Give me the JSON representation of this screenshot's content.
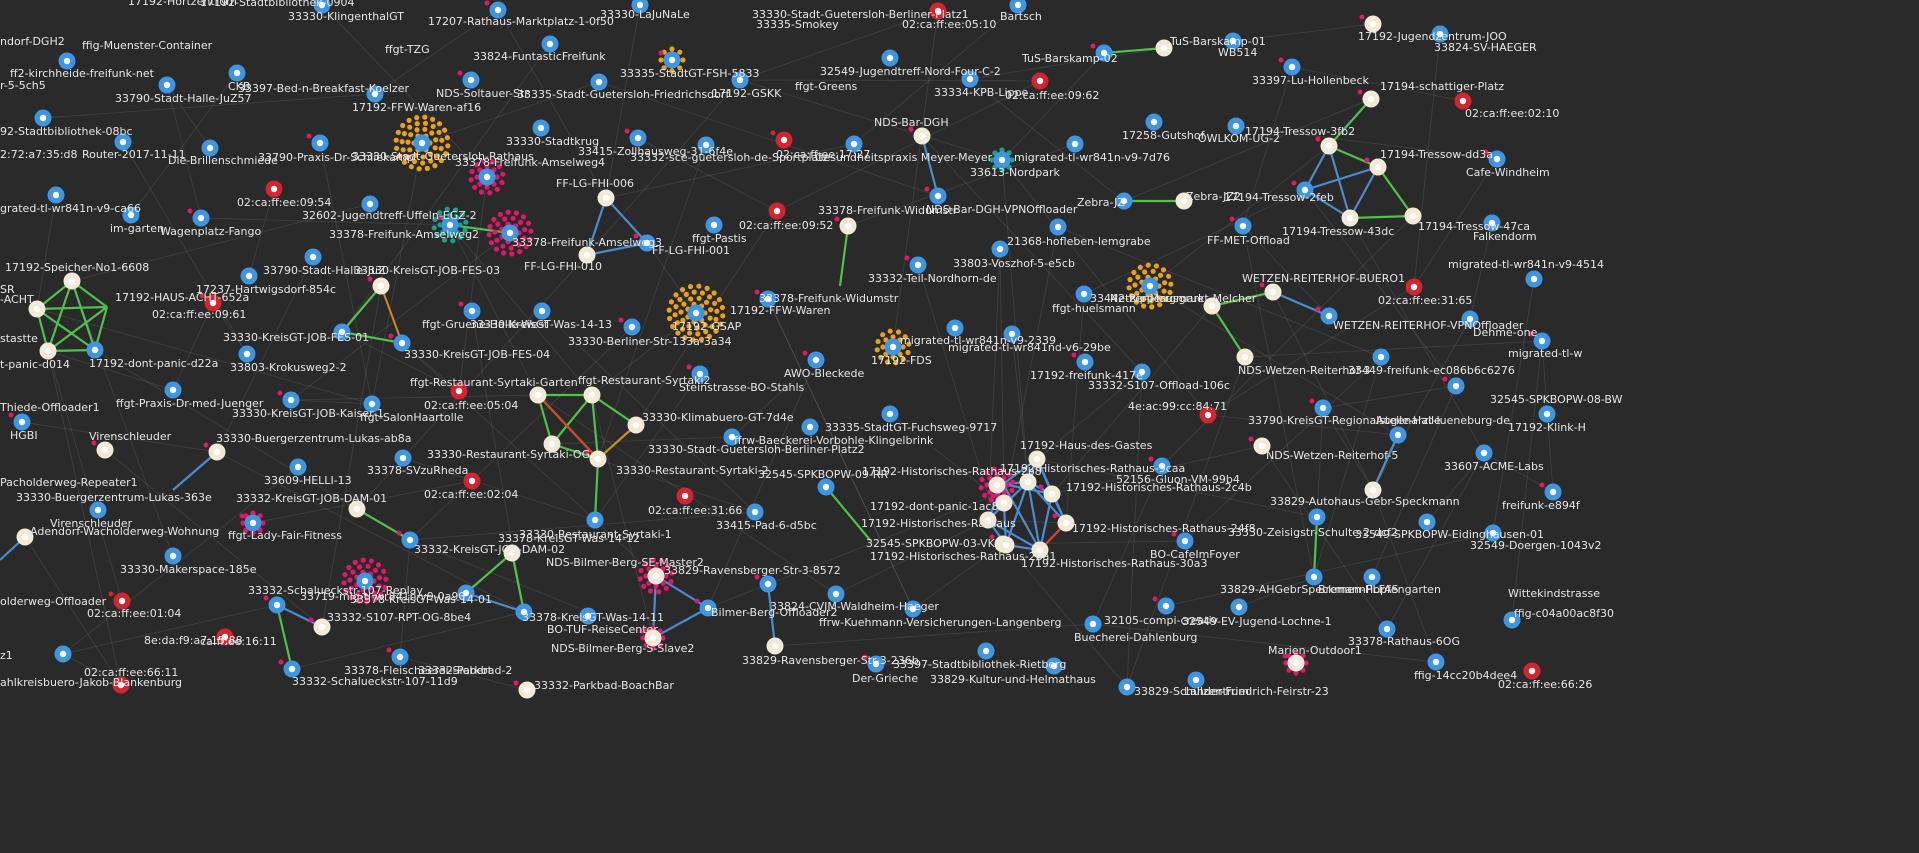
{
  "colors": {
    "background": "#2a2a2a",
    "node_online": "#3e96e2",
    "node_uplink": "#f2ead6",
    "node_offline": "#d42430",
    "client_dot": "#e8a020",
    "client_dot_pink": "#e0186c",
    "client_dot_teal": "#18a090",
    "link_mesh": "#4ec24a",
    "link_vpn": "#4a8cd0"
  },
  "labels": [
    "17192-Hortzentrum",
    "17192-Stadtbibliothek-0904",
    "33330-KlingenthalGT",
    "17207-Rathaus-Marktplatz-1-0f50",
    "33330-LaJuNaLe",
    "33330-Stadt-Guetersloh-Berliner-Platz1",
    "33335-Smokey",
    "02:ca:ff:ee:05:10",
    "Bartsch",
    "17192-Jugendzentrum-JOO",
    "33824-SV-HAEGER",
    "ndorf-DGH2",
    "ffig-Muenster-Container",
    "ffgt-TZG",
    "33824-FuntasticFreifunk",
    "33335-StadtGT-FSH-5833",
    "32549-Jugendtreff-Nord-Four-C-2",
    "TuS-Barskamp-01",
    "TuS-Barskamp-02",
    "WB514",
    "ff2-kirchheide-freifunk-net",
    "r-5-5ch5",
    "CKB",
    "33397-Bed-n-Breakfast-Koelzer",
    "NDS-Soltauer-Str",
    "33335-Stadt-Guetersloh-Friedrichsdorf",
    "17192-GSKK",
    "ffgt-Greens",
    "33334-KPB-Lippe",
    "02:ca:ff:ee:09:62",
    "33397-Lu-Hollenbeck",
    "33790-Stadt-Halle-JuZ57",
    "17192-FFW-Waren-af16",
    "17194-schattiger-Platz",
    "02:ca:ff:ee:02:10",
    "92-Stadtbibliothek-08bc",
    "NDS-Bar-DGH",
    "17258-Gutshof",
    "OWLKOM-UG-2",
    "17194-Tressow-3fb2",
    "Router-2017-11-11",
    "Die-Brillenschmiede",
    "33790-Praxis-Dr-Schliekamp",
    "33330-Stadt-Guetersloh-Rathaus",
    "33330-Stadtkrug",
    "33415-Zollhausweg-31-6f4e",
    "33332-sce-guetersloh-de-Sportplatz",
    "33378-Freifunk-Amselweg4",
    "02:ca:ff:ee:17:27",
    "Gesundheitspraxis Meyer-Meyer",
    "migrated-tl-wr841n-v9-7d76",
    "17194-Tressow-dd3a",
    "2:72:a7:35:d8",
    "33613-Nordpark",
    "Cafe-Windheim",
    "FF-LG-FHI-006",
    "02:ca:ff:ee:09:54",
    "NDS-Bar-DGH-VPNOffloader",
    "Zebra-JZ",
    "Zebra-JZ2",
    "17194-Tressow-2feb",
    "grated-tl-wr841n-v9-ca66",
    "im-garten",
    "Wagenplatz-Fango",
    "32602-Jugendtreff-Uffeln-EGZ-2",
    "02:ca:ff:ee:09:52",
    "33378-Freifunk-Widumstr",
    "17194-Tressow-43dc",
    "17194-Tressow-47ca",
    "33378-Freifunk-Amselweg2",
    "33378-Freifunk-Amselweg3",
    "ffgt-Pastis",
    "FF-MET-Offload",
    "Falkendorm",
    "21368-hofleben-lemgrabe",
    "FF-LG-FHI-001",
    "17192-Speicher-No1-6608",
    "33790-Stadt-Halle-JuZ",
    "33330-KreisGT-JOB-FES-03",
    "FF-LG-FHI-010",
    "33803-Voszhof-5-e5cb",
    "33332-Teil-Nordhorn-de",
    "migrated-tl-wr841n-v9-4514",
    "SR",
    "-ACHT",
    "17237-Hartwigsdorf-854c",
    "17192-HAUS-ACHT-652a",
    "33378-Freifunk-Widumstr",
    "33442-Ripperrgmarkt-Melcher",
    "Netzer-Mausgrue",
    "WETZEN-REITERHOF-BUERO1",
    "02:ca:ff:ee:31:65",
    "ffgt-huelsmann",
    "02:ca:ff:ee:09:61",
    "17192-FFW-Waren",
    "stastte",
    "ffgt-Gruene-Halle-West",
    "33330-KreisGT-Was-14-13",
    "17192-GSAP",
    "WETZEN-REITERHOF-VPNOffloader",
    "Dehme-one",
    "33330-KreisGT-JOB-FES-01",
    "33330-Berliner-Str-133a-3a34",
    "migrated-tl-wr841n-v9-2339",
    "migrated-tl-wr841nd-v6-29be",
    "migrated-tl-w",
    "t-panic-d014",
    "17192-dont-panic-d22a",
    "33330-KreisGT-JOB-FES-04",
    "33803-Krokusweg2-2",
    "17192-FDS",
    "AWO-Bleckede",
    "NDS-Wetzen-Reiterhof-3",
    "33449-freifunk-ec086b6c6276",
    "17192-freifunk-417e",
    "ffgt-Restaurant-Syrtaki-Garten",
    "ffgt-Restaurant-Syrtaki2",
    "Steinstrasse-BO-Stahls",
    "33332-S107-Offload-106c",
    "ffgt-Praxis-Dr-med-Juenger",
    "32545-SPKBOPW-08-BW",
    "Thiede-Offloader1",
    "02:ca:ff:ee:05:04",
    "33330-KreisGT-JOB-Kaiser-1",
    "ffgt-SalonHaartolle",
    "4e:ac:99:cc:84:71",
    "HGBI",
    "33330-Klimabuero-GT-7d4e",
    "33335-StadtGT-Fuchsweg-9717",
    "33790-KreisGT-Regionalstelle-Halle",
    "Augenarzt-lueneburg-de",
    "17192-Klink-H",
    "Virenschleuder",
    "ffrw-Baeckerei-Vorbohle-Klingelbrink",
    "17192-Haus-des-Gastes",
    "33330-Buergerzentrum-Lukas-ab8a",
    "33330-Restaurant-Syrtaki-OG",
    "33330-Stadt-Guetersloh-Berliner-Platz2",
    "NDS-Wetzen-Reiterhof-5",
    "33607-ACME-Labs",
    "33378-SVzuRheda",
    "33330-Restaurant-Syrtaki-2",
    "17192-Historisches-Rathaus-2b8",
    "17192-Historisches-Rathaus-9caa",
    "52156-Gluon-VM-99b4",
    "33609-HELLI-13",
    "32545-SPKBOPW-09-RR",
    "17192-Historisches-Rathaus-2c4b",
    "Pacholderweg-Repeater1",
    "02:ca:ff:ee:02:04",
    "33330-Buergerzentrum-Lukas-363e",
    "33332-KreisGT-JOB-DAM-01",
    "02:ca:ff:ee:31:66",
    "17192-dont-panic-1ac8",
    "33829-Autohaus-Gebr-Speckmann",
    "33415-Pad-6-d5bc",
    "freifunk-e894f",
    "Virenschleuder",
    "17192-Historisches-Rathaus",
    "17192-Historisches-Rathaus-24f8",
    "33330-Zeisigstr-Schulte-2-dcf2",
    "Adendorf-Wacholderweg-Wohnung",
    "ffgt-Lady-Fair-Fitness",
    "33330-Restaurant-Syrtaki-1",
    "33378-KreisGT-Was-14-12",
    "32545-SPKBOPW-03-VK",
    "33549-SPKBOPW-Eidinghausen-01",
    "33330-Makerspace-185e",
    "33332-KreisGT-JOB-DAM-02",
    "17192-Historisches-Rathaus-2ba1",
    "17192-Historisches-Rathaus-30a3",
    "BO-CafeImFoyer",
    "32549-Doergen-1043v2",
    "NDS-Bilmer-Berg-SE-Master2",
    "33829-Ravensberger-Str-3-8572",
    "Wittekindstrasse",
    "olderweg-Offloader",
    "33332-Schalueckstr-107-Replay",
    "33719-mig-tl-wr841n-v9-0a90",
    "33378-KreisGT-Was-14-01",
    "02:ca:ff:ee:01:04",
    "33829-AHGebrSpeckmannPLFAS",
    "Bremen-Hopfengarten",
    "33332-S107-RPT-OG-8be4",
    "33378-KreisGT-Was-14-11",
    "BO-TUF-ReiseCenter",
    "Bilmer-Berg-Offloader2",
    "33824-CVJM-Waldheim-Haeger",
    "ffrw-Kuehmann-Versicherungen-Langenberg",
    "32105-compi-creativ",
    "32549-EV-Jugend-Lochne-1",
    "ffig-c04a00ac8f30",
    "8e:da:f9:a7:15:88",
    "ca:ff:ee:16:11",
    "Buecherei-Dahlenburg",
    "NDS-Bilmer-Berg-S-Slave2",
    "33378-Rathaus-6OG",
    "z1",
    "Marien-Outdoor1",
    "ffig-14cc20b4dee4",
    "02:ca:ff:ee:66:11",
    "33378-Fleischeerei-Siebert",
    "33332-Parkbad-2",
    "ahlkreisbuero-Jakob-Blankenburg",
    "33332-Schalueckstr-107-11d9",
    "33829-Ravensberger-Str-3-236b",
    "33397-Stadtbibliothek-Rietberg",
    "Der-Grieche",
    "33829-Kultur-und-Helmathaus",
    "02:ca:ff:ee:66:26",
    "33332-Parkbad-BoachBar",
    "33829-Schulzentrum",
    "Lahder-Friedrich-Feirstr-23"
  ]
}
